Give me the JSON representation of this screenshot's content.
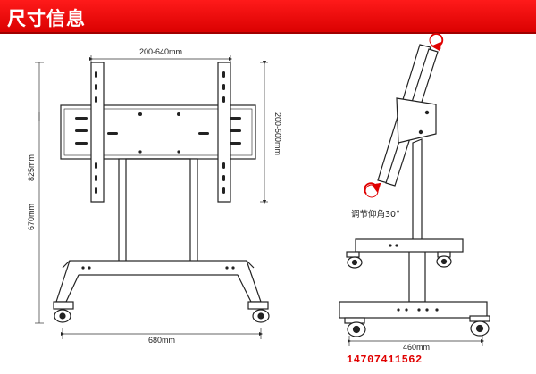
{
  "header": {
    "title": "尺寸信息",
    "background": "#e60000"
  },
  "dimensions": {
    "mount_width": "200-640mm",
    "mount_height": "200-500mm",
    "total_height": "825mm",
    "post_height": "670mm",
    "base_width": "680mm",
    "base_depth": "460mm",
    "tilt_note": "调节仰角30°"
  },
  "footer": {
    "phone": "14707411562",
    "phone_color": "#e00000"
  }
}
